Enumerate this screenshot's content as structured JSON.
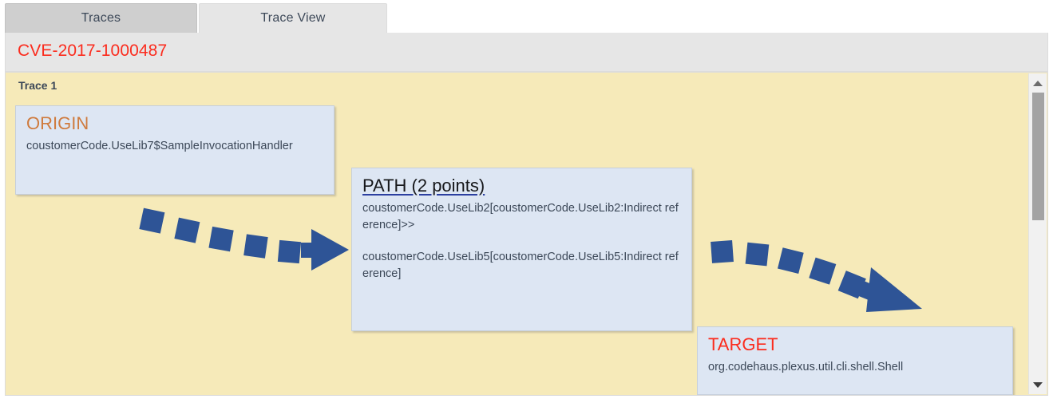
{
  "tabs": [
    {
      "label": "Traces",
      "active": false
    },
    {
      "label": "Trace View",
      "active": true
    }
  ],
  "header": {
    "cve_id": "CVE-2017-1000487",
    "cve_color": "#fb2c1e",
    "background": "#e6e6e6"
  },
  "canvas": {
    "background": "#f6eab9",
    "trace_label": "Trace 1"
  },
  "nodes": {
    "origin": {
      "title": "ORIGIN",
      "title_color": "#cf7b3e",
      "text": "coustomerCode.UseLib7$SampleInvocationHandler"
    },
    "path": {
      "title": "PATH (2 points)",
      "title_color": "#17181b",
      "underline_color": "#2b3fa0",
      "point_1": "coustomerCode.UseLib2[coustomerCode.UseLib2:Indirect reference]>>",
      "point_2": "coustomerCode.UseLib5[coustomerCode.UseLib5:Indirect reference]"
    },
    "target": {
      "title": "TARGET",
      "title_color": "#fb2c1e",
      "text": "org.codehaus.plexus.util.cli.shell.Shell"
    }
  },
  "arrows": {
    "color": "#2e5496",
    "origin_to_path": "dashed-arrow-right",
    "path_to_target": "dashed-arrow-down-right"
  },
  "scrollbar": {
    "up_icon": "triangle-up-icon",
    "down_icon": "triangle-down-icon",
    "thumb_color": "#a3a3a3",
    "track_color": "#f1f1f1"
  }
}
